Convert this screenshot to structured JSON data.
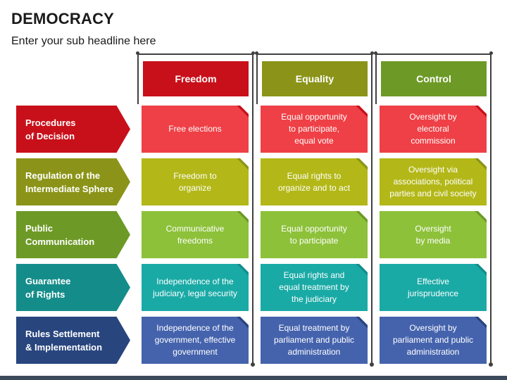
{
  "title": "DEMOCRACY",
  "subtitle": "Enter your sub headline here",
  "columns": [
    {
      "label": "Freedom",
      "color": "#c8101a"
    },
    {
      "label": "Equality",
      "color": "#8b9418"
    },
    {
      "label": "Control",
      "color": "#6d9a26"
    }
  ],
  "rows": [
    {
      "label": "Procedures\nof Decision",
      "color": "#c8101a",
      "cell_color": "#ee4046",
      "cells": [
        "Free elections",
        "Equal opportunity\nto participate,\nequal vote",
        "Oversight by\nelectoral\ncommission"
      ]
    },
    {
      "label": "Regulation of the\nIntermediate Sphere",
      "color": "#8b9418",
      "cell_color": "#b3b818",
      "cells": [
        "Freedom to\norganize",
        "Equal rights to\norganize and to act",
        "Oversight via\nassociations, political\nparties and civil society"
      ]
    },
    {
      "label": "Public\nCommunication",
      "color": "#6d9a26",
      "cell_color": "#8dc13a",
      "cells": [
        "Communicative\nfreedoms",
        "Equal opportunity\nto participate",
        "Oversight\nby media"
      ]
    },
    {
      "label": "Guarantee\nof Rights",
      "color": "#148d8a",
      "cell_color": "#1aaaa6",
      "cells": [
        "Independence of the\njudiciary, legal security",
        "Equal rights and\nequal treatment by\nthe judiciary",
        "Effective\njurisprudence"
      ]
    },
    {
      "label": "Rules Settlement\n& Implementation",
      "color": "#28457e",
      "cell_color": "#4563ad",
      "cells": [
        "Independence of the\ngovernment, effective\ngovernment",
        "Equal treatment by\nparliament and public\nadministration",
        "Oversight by\nparliament and public\nadministration"
      ]
    }
  ]
}
